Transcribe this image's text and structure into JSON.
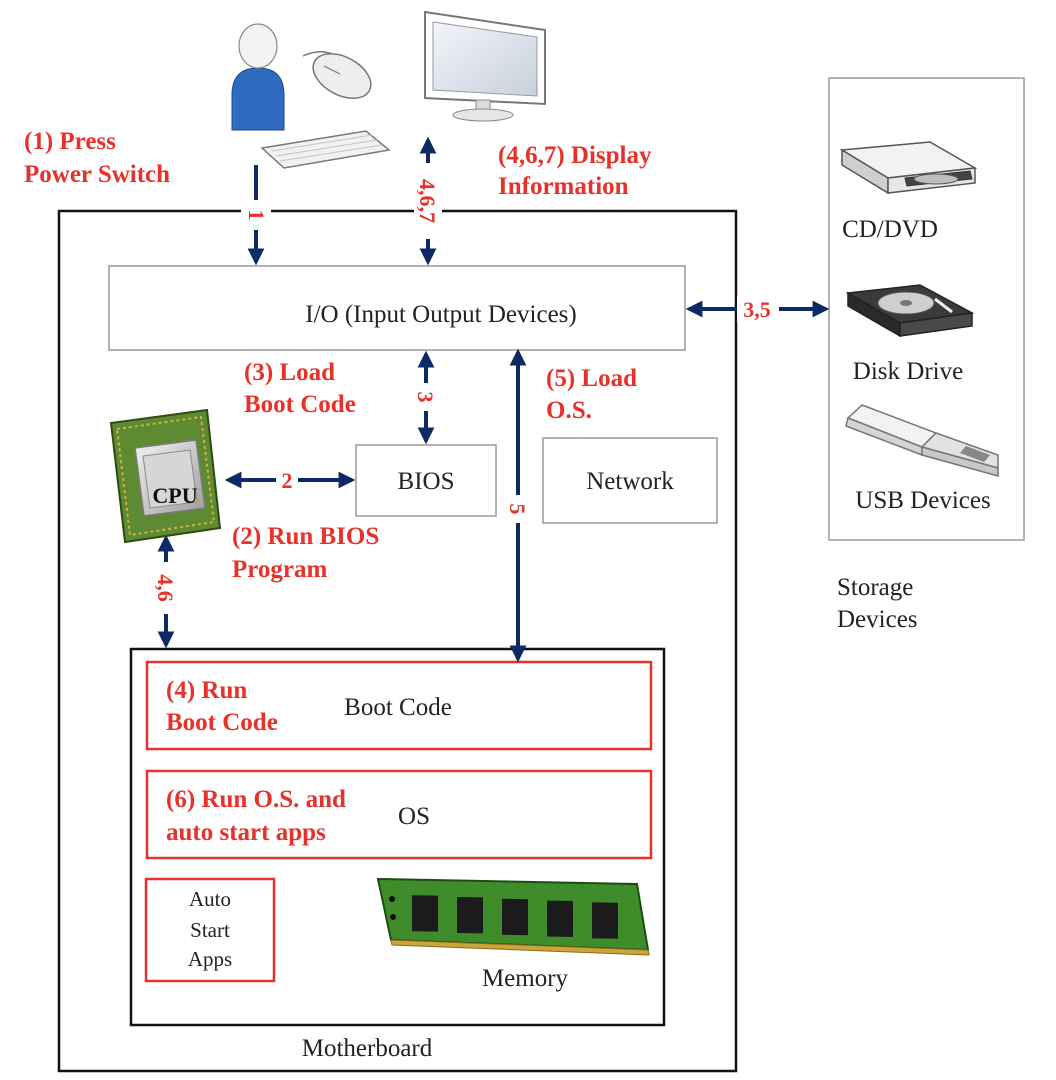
{
  "colors": {
    "arrow": "#0d2a66",
    "annotation": "#e8312a",
    "box_border": "#9a9a9a",
    "frame": "#111111",
    "memory_box": "#e8312a"
  },
  "icons": {
    "user": "user-icon",
    "mouse": "mouse-icon",
    "keyboard": "keyboard-icon",
    "monitor": "monitor-icon",
    "cpu": "cpu-chip-icon",
    "cd_drive": "cd-dvd-drive-icon",
    "disk": "disk-drive-icon",
    "usb": "usb-stick-icon",
    "memory": "memory-module-icon"
  },
  "steps": {
    "s1": [
      "(1) Press",
      "Power Switch"
    ],
    "s467": [
      "(4,6,7) Display",
      "Information"
    ],
    "s3": [
      "(3) Load",
      "Boot Code"
    ],
    "s5": [
      "(5) Load",
      "O.S."
    ],
    "s2": [
      "(2) Run BIOS",
      "Program"
    ],
    "s4": [
      "(4) Run",
      "Boot Code"
    ],
    "s6": [
      "(6) Run O.S. and",
      "auto start apps"
    ]
  },
  "arrow_labels": {
    "a1": "1",
    "a467": "4,6,7",
    "a35": "3,5",
    "a3": "3",
    "a2": "2",
    "a5": "5",
    "a46": "4,6"
  },
  "components": {
    "io": "I/O (Input Output Devices)",
    "bios": "BIOS",
    "network": "Network",
    "cpu": "CPU",
    "boot_code": "Boot Code",
    "os": "OS",
    "auto_start": [
      "Auto",
      "Start",
      "Apps"
    ],
    "memory": "Memory",
    "motherboard": "Motherboard"
  },
  "storage": {
    "cd": "CD/DVD",
    "disk": "Disk Drive",
    "usb": "USB Devices",
    "title": [
      "Storage",
      "Devices"
    ]
  }
}
